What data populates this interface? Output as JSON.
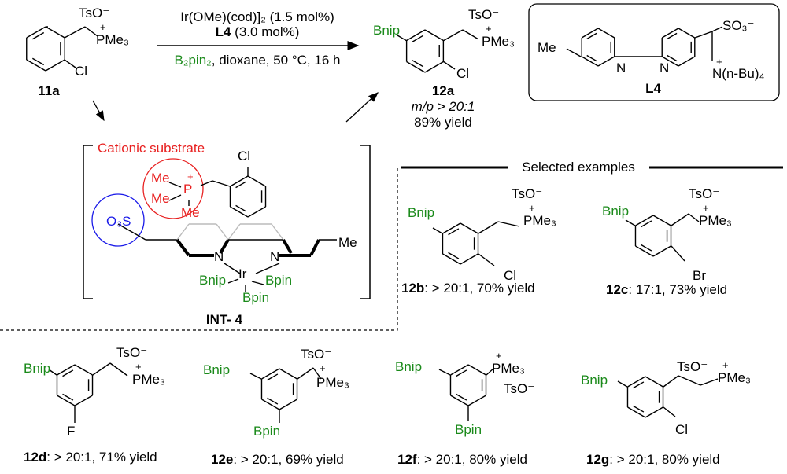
{
  "reaction": {
    "catalyst": "Ir(OMe)(cod)]₂ (1.5 mol%)",
    "ligand_label": "L4",
    "ligand_loading": " (3.0 mol%)",
    "reagent": "B₂pin₂",
    "conditions": ", dioxane, 50 °C, 16 h"
  },
  "substrate": {
    "id": "11a",
    "counterion": "TsO⁻",
    "cation": "PMe₃",
    "plus": "+",
    "sub": "Cl"
  },
  "product": {
    "id": "12a",
    "bnip": "Bnip",
    "counterion": "TsO⁻",
    "cation": "PMe₃",
    "plus": "+",
    "sub": "Cl",
    "selectivity": "m/p > 20:1",
    "yield": "89% yield"
  },
  "ligand_box": {
    "me": "Me",
    "so3": "SO₃⁻",
    "plus": "+",
    "cation": "N(n-Bu)₄",
    "label": "L4",
    "n1": "N",
    "n2": "N"
  },
  "intermediate": {
    "title": "Cationic substrate",
    "cl": "Cl",
    "me1": "Me",
    "me2": "Me",
    "me3": "Me",
    "p": "P",
    "plus": "+",
    "so3": "⁻O₃S",
    "me4": "Me",
    "n1": "N",
    "n2": "N",
    "ir": "Ir",
    "bnip": "Bnip",
    "bpin1": "Bpin",
    "bpin2": "Bpin",
    "label": "INT- 4"
  },
  "section_title": "Selected examples",
  "examples": [
    {
      "id": "12b",
      "result": ": > 20:1, 70% yield",
      "bnip": "Bnip",
      "counterion": "TsO⁻",
      "cation": "PMe₃",
      "sub": "Cl"
    },
    {
      "id": "12c",
      "result": ": 17:1, 73% yield",
      "bnip": "Bnip",
      "counterion": "TsO⁻",
      "cation": "PMe₃",
      "sub": "Br"
    },
    {
      "id": "12d",
      "result": ": > 20:1, 71% yield",
      "bnip": "Bnip",
      "counterion": "TsO⁻",
      "cation": "PMe₃",
      "sub": "F"
    },
    {
      "id": "12e",
      "result": ": > 20:1, 69% yield",
      "bnip": "Bnip",
      "counterion": "TsO⁻",
      "cation": "PMe₃",
      "sub": "Bpin"
    },
    {
      "id": "12f",
      "result": ": > 20:1, 80% yield",
      "bnip": "Bnip",
      "counterion": "TsO⁻",
      "cation": "PMe₃",
      "sub": "Bpin"
    },
    {
      "id": "12g",
      "result": ": > 20:1, 80% yield",
      "bnip": "Bnip",
      "counterion": "TsO⁻",
      "cation": "PMe₃",
      "sub": "Cl"
    }
  ],
  "plus": "+"
}
